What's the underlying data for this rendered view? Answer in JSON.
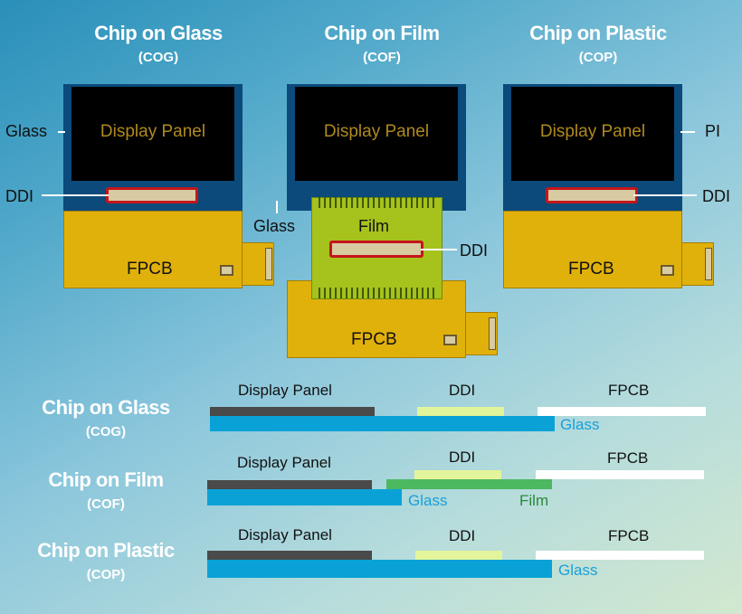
{
  "top": {
    "cog": {
      "title": "Chip on Glass",
      "abbr": "(COG)",
      "panel": "Display Panel",
      "fpcb": "FPCB",
      "glass_label": "Glass",
      "ddi_label": "DDI"
    },
    "cof": {
      "title": "Chip on Film",
      "abbr": "(COF)",
      "panel": "Display Panel",
      "film": "Film",
      "fpcb": "FPCB",
      "glass_label": "Glass",
      "ddi_label": "DDI"
    },
    "cop": {
      "title": "Chip on Plastic",
      "abbr": "(COP)",
      "panel": "Display Panel",
      "fpcb": "FPCB",
      "pi_label": "PI",
      "ddi_label": "DDI"
    }
  },
  "bottom": {
    "cog": {
      "title": "Chip on Glass",
      "abbr": "(COG)",
      "panel": "Display Panel",
      "ddi": "DDI",
      "fpcb": "FPCB",
      "glass": "Glass"
    },
    "cof": {
      "title": "Chip on Film",
      "abbr": "(COF)",
      "panel": "Display Panel",
      "ddi": "DDI",
      "fpcb": "FPCB",
      "glass": "Glass",
      "film": "Film"
    },
    "cop": {
      "title": "Chip on Plastic",
      "abbr": "(COP)",
      "panel": "Display Panel",
      "ddi": "DDI",
      "fpcb": "FPCB",
      "glass": "Glass"
    }
  },
  "colors": {
    "display_panel_layer": "#4a4a4a",
    "ddi_layer": "#e3f59a",
    "fpcb_layer": "#ffffff",
    "glass_layer": "#0aa2d6",
    "film_layer": "#4cb860",
    "glass_text": "#1aa0d8",
    "film_text": "#2a8a3a"
  }
}
